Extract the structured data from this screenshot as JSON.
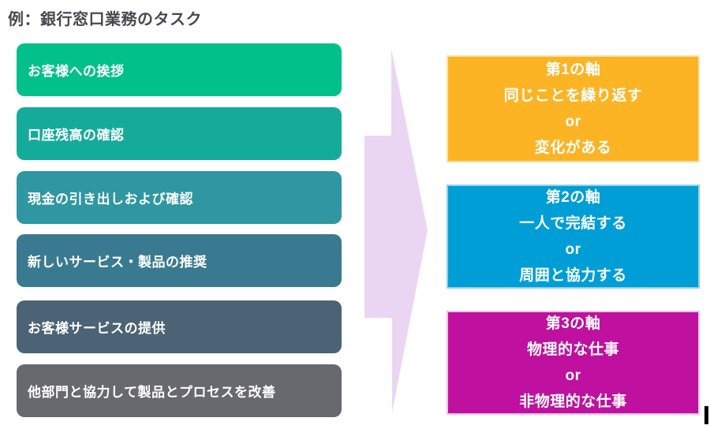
{
  "page": {
    "title": "例：銀行窓口業務のタスク",
    "title_color": "#47494e",
    "background": "#ffffff"
  },
  "tasks": {
    "text_color": "#ffffff",
    "items": [
      {
        "label": "お客様への挨拶",
        "color": "#02c089"
      },
      {
        "label": "口座残高の確認",
        "color": "#15ab9b"
      },
      {
        "label": "現金の引き出しおよび確認",
        "color": "#2e97a1"
      },
      {
        "label": "新しいサービス・製品の推奨",
        "color": "#3a7a90"
      },
      {
        "label": "お客様サービスの提供",
        "color": "#4b6374"
      },
      {
        "label": "他部門と協力して製品とプロセスを改善",
        "color": "#68696e"
      }
    ]
  },
  "arrow": {
    "color": "#ead6f3"
  },
  "axes": {
    "text_color": "#ffffff",
    "items": [
      {
        "title": "第1の軸",
        "option_a": "同じことを繰り返す",
        "or_label": "or",
        "option_b": "変化がある",
        "fill": "#fcb425",
        "border": "#fbe3a8"
      },
      {
        "title": "第2の軸",
        "option_a": "一人で完結する",
        "or_label": "or",
        "option_b": "周囲と協力する",
        "fill": "#009ed6",
        "border": "#90d0e8"
      },
      {
        "title": "第3の軸",
        "option_a": "物理的な仕事",
        "or_label": "or",
        "option_b": "非物理的な仕事",
        "fill": "#bf109f",
        "border": "#eec2e7"
      }
    ]
  },
  "artifact": {
    "color": "#000000"
  }
}
